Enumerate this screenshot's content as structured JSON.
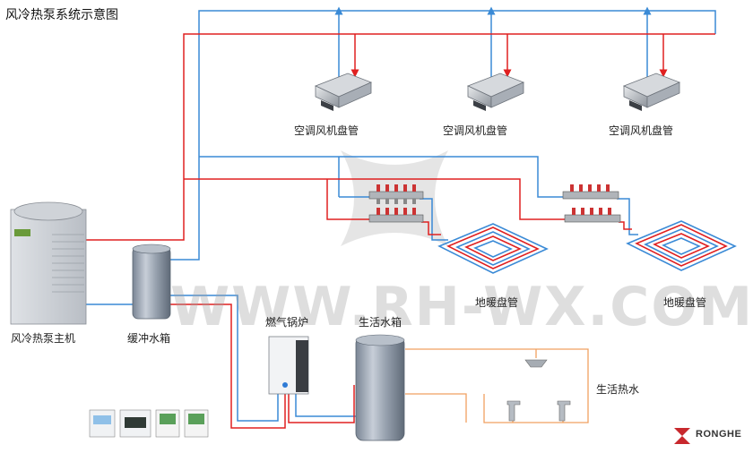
{
  "title": "风冷热泵系统示意图",
  "labels": {
    "heat_pump": "风冷热泵主机",
    "buffer_tank": "缓冲水箱",
    "fan_coil_1": "空调风机盘管",
    "fan_coil_2": "空调风机盘管",
    "fan_coil_3": "空调风机盘管",
    "floor_heating_1": "地暖盘管",
    "floor_heating_2": "地暖盘管",
    "gas_boiler": "燃气锅炉",
    "water_tank": "生活水箱",
    "hot_water": "生活热水"
  },
  "watermark": "WWW.RH-WX.COM",
  "brand": "RONGHE",
  "colors": {
    "supply_pipe": "#e02020",
    "return_pipe": "#3a8ad6",
    "hot_water_pipe": "#f0a060"
  }
}
